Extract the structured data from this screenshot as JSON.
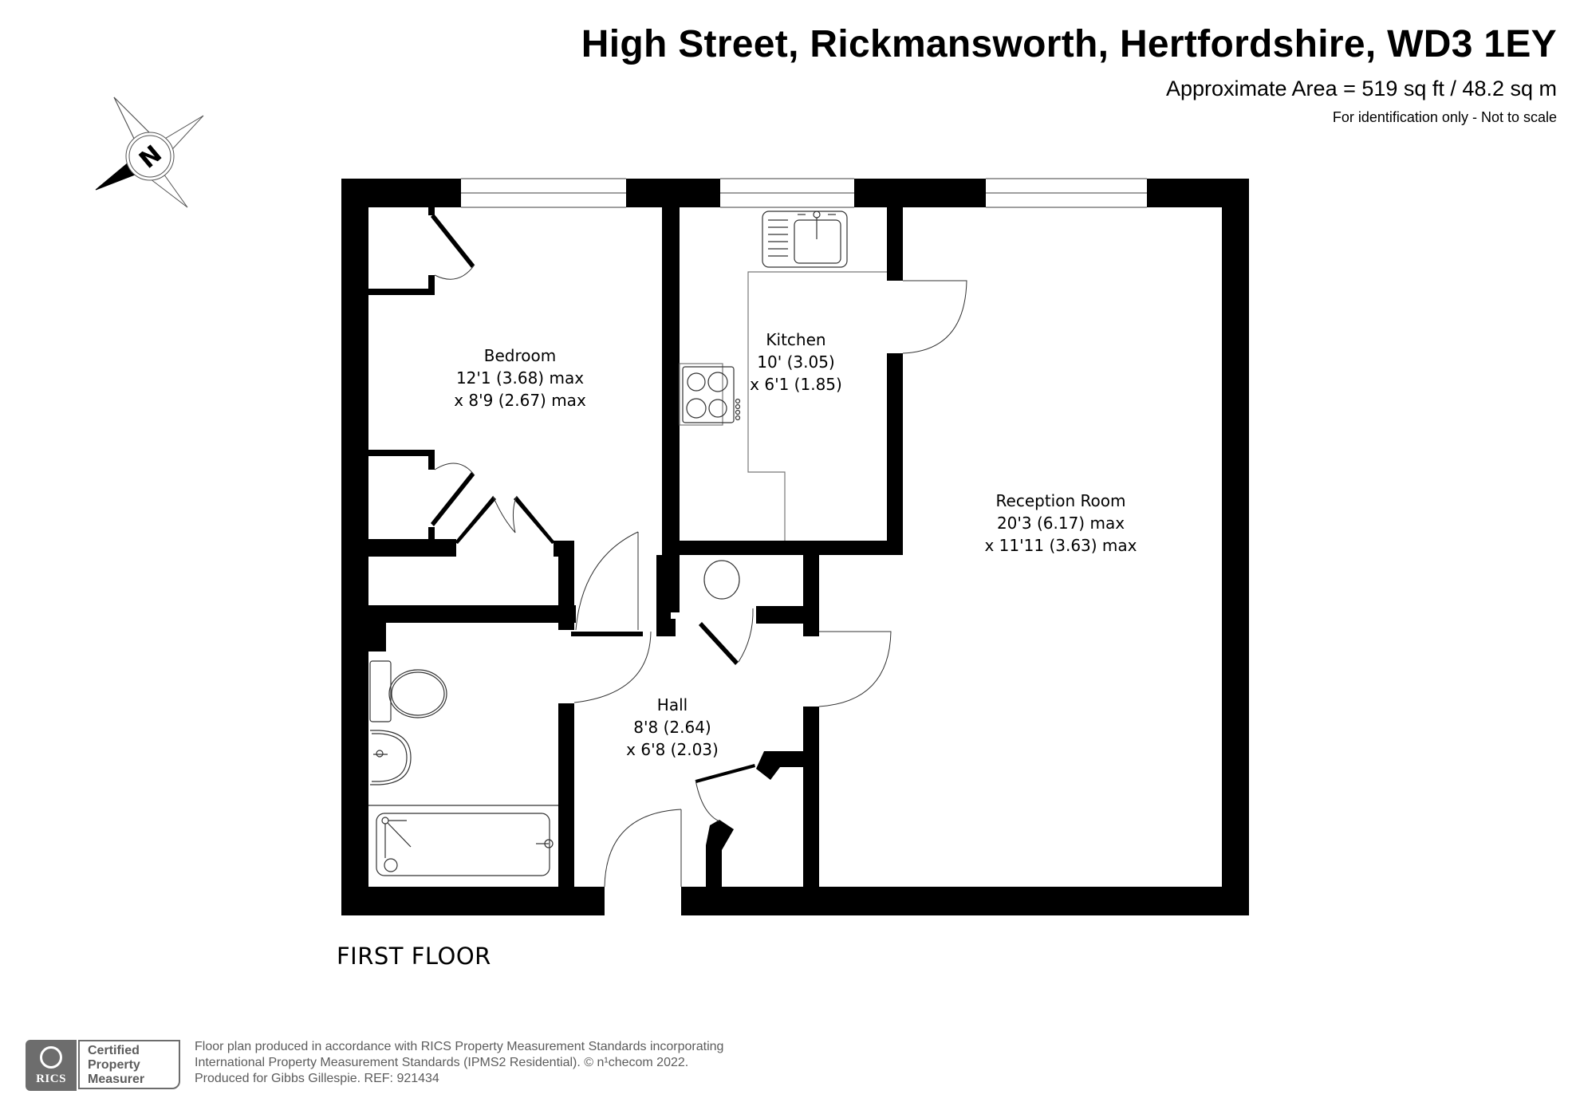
{
  "header": {
    "title": "High Street, Rickmansworth, Hertfordshire, WD3 1EY",
    "area": "Approximate Area = 519 sq ft / 48.2 sq m",
    "disclaimer": "For identification only - Not to scale"
  },
  "compass": {
    "letter": "N",
    "icon": "compass-rose-icon"
  },
  "floor": {
    "label": "FIRST FLOOR"
  },
  "rooms": [
    {
      "name": "Bedroom",
      "dim1": "12'1 (3.68) max",
      "dim2": "x 8'9 (2.67) max"
    },
    {
      "name": "Kitchen",
      "dim1": "10' (3.05)",
      "dim2": "x 6'1 (1.85)"
    },
    {
      "name": "Reception Room",
      "dim1": "20'3 (6.17) max",
      "dim2": "x 11'11 (3.63) max"
    },
    {
      "name": "Hall",
      "dim1": "8'8 (2.64)",
      "dim2": "x 6'8 (2.03)"
    }
  ],
  "fixtures": [
    "kitchen-sink-icon",
    "hob-icon",
    "toilet-icon",
    "basin-icon",
    "bath-icon",
    "cylinder-icon"
  ],
  "footer": {
    "badge": {
      "logo_text": "RICS",
      "line1": "Certified",
      "line2": "Property",
      "line3": "Measurer"
    },
    "lines": [
      "Floor plan produced in accordance with RICS Property Measurement Standards incorporating",
      "International Property Measurement Standards (IPMS2 Residential).   © n¹checom 2022.",
      "Produced for Gibbs Gillespie.   REF: 921434"
    ]
  },
  "colors": {
    "wall": "#000000",
    "fixture_line": "#333333",
    "badge_grey": "#6d6d6d",
    "footer_text": "#5c5c5c"
  }
}
